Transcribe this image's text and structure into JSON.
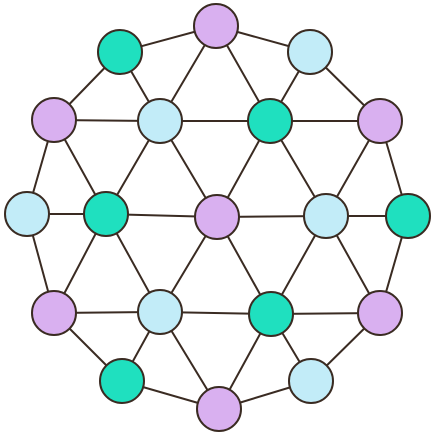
{
  "diagram": {
    "type": "node-link graph",
    "palette": {
      "purple": "#d9b0f0",
      "teal": "#1fe0bf",
      "light-blue": "#c2ecf8",
      "outline": "#3a2b22",
      "background": "#ffffff"
    },
    "nodes": [
      {
        "id": "n1",
        "color": "purple"
      },
      {
        "id": "n2",
        "color": "teal"
      },
      {
        "id": "n3",
        "color": "light-blue"
      },
      {
        "id": "n4",
        "color": "purple"
      },
      {
        "id": "n5",
        "color": "light-blue"
      },
      {
        "id": "n6",
        "color": "teal"
      },
      {
        "id": "n7",
        "color": "purple"
      },
      {
        "id": "n8",
        "color": "light-blue"
      },
      {
        "id": "n9",
        "color": "teal"
      },
      {
        "id": "n10",
        "color": "purple"
      },
      {
        "id": "n11",
        "color": "light-blue"
      },
      {
        "id": "n12",
        "color": "teal"
      },
      {
        "id": "n13",
        "color": "purple"
      },
      {
        "id": "n14",
        "color": "light-blue"
      },
      {
        "id": "n15",
        "color": "teal"
      },
      {
        "id": "n16",
        "color": "purple"
      },
      {
        "id": "n17",
        "color": "teal"
      },
      {
        "id": "n18",
        "color": "light-blue"
      },
      {
        "id": "n19",
        "color": "purple"
      }
    ],
    "edges": [
      [
        "n1",
        "n2"
      ],
      [
        "n1",
        "n3"
      ],
      [
        "n1",
        "n5"
      ],
      [
        "n1",
        "n6"
      ],
      [
        "n2",
        "n4"
      ],
      [
        "n2",
        "n5"
      ],
      [
        "n3",
        "n6"
      ],
      [
        "n3",
        "n7"
      ],
      [
        "n4",
        "n5"
      ],
      [
        "n4",
        "n8"
      ],
      [
        "n4",
        "n9"
      ],
      [
        "n5",
        "n6"
      ],
      [
        "n5",
        "n9"
      ],
      [
        "n5",
        "n10"
      ],
      [
        "n6",
        "n7"
      ],
      [
        "n6",
        "n10"
      ],
      [
        "n6",
        "n11"
      ],
      [
        "n7",
        "n11"
      ],
      [
        "n7",
        "n12"
      ],
      [
        "n8",
        "n9"
      ],
      [
        "n8",
        "n13"
      ],
      [
        "n9",
        "n10"
      ],
      [
        "n9",
        "n13"
      ],
      [
        "n9",
        "n14"
      ],
      [
        "n10",
        "n11"
      ],
      [
        "n10",
        "n14"
      ],
      [
        "n10",
        "n15"
      ],
      [
        "n11",
        "n12"
      ],
      [
        "n11",
        "n15"
      ],
      [
        "n11",
        "n16"
      ],
      [
        "n12",
        "n16"
      ],
      [
        "n13",
        "n14"
      ],
      [
        "n13",
        "n17"
      ],
      [
        "n14",
        "n15"
      ],
      [
        "n14",
        "n17"
      ],
      [
        "n14",
        "n19"
      ],
      [
        "n15",
        "n16"
      ],
      [
        "n15",
        "n19"
      ],
      [
        "n15",
        "n18"
      ],
      [
        "n16",
        "n18"
      ],
      [
        "n17",
        "n19"
      ],
      [
        "n18",
        "n19"
      ]
    ]
  }
}
